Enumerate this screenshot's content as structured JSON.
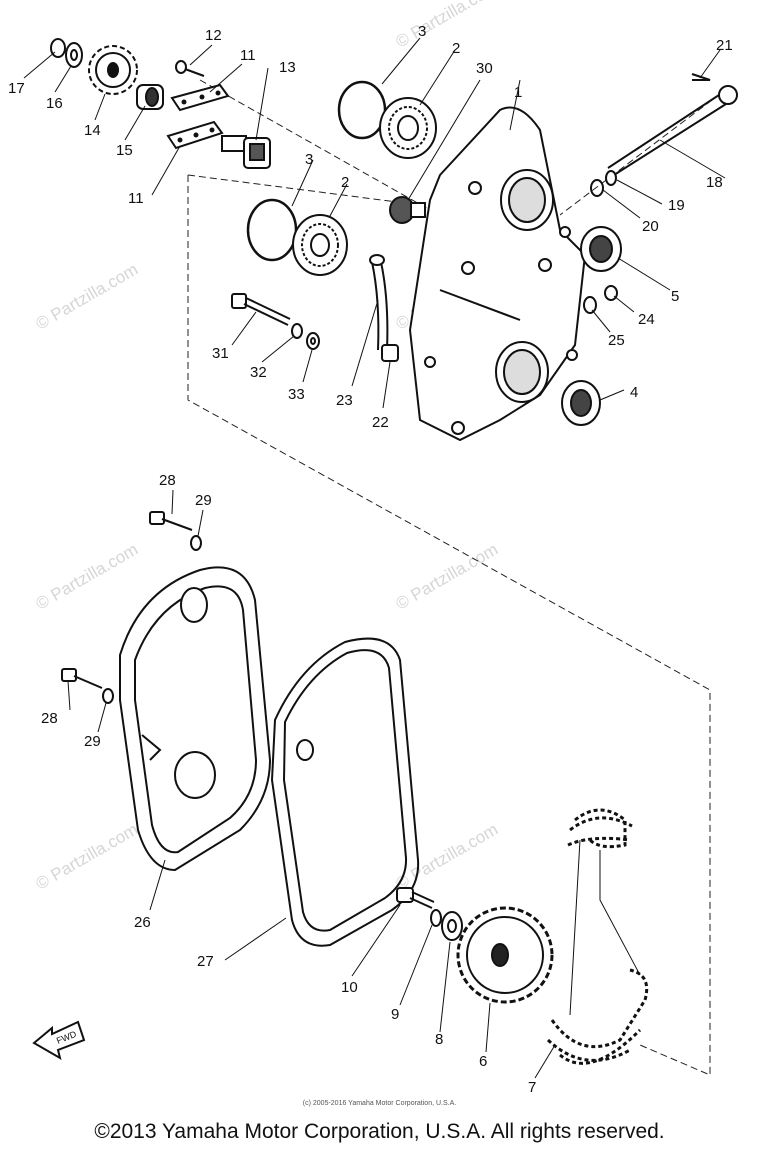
{
  "watermark_text": "© Partzilla.com",
  "callouts": {
    "c1": "1",
    "c2a": "2",
    "c2b": "2",
    "c3a": "3",
    "c3b": "3",
    "c4": "4",
    "c5": "5",
    "c6": "6",
    "c7": "7",
    "c8": "8",
    "c9": "9",
    "c10": "10",
    "c11a": "11",
    "c11b": "11",
    "c12": "12",
    "c13": "13",
    "c14": "14",
    "c15": "15",
    "c16": "16",
    "c17": "17",
    "c18": "18",
    "c19": "19",
    "c20": "20",
    "c21": "21",
    "c22": "22",
    "c23": "23",
    "c24": "24",
    "c25": "25",
    "c26": "26",
    "c27": "27",
    "c28a": "28",
    "c28b": "28",
    "c29a": "29",
    "c29b": "29",
    "c30": "30",
    "c31": "31",
    "c32": "32",
    "c33": "33"
  },
  "fwd_label": "FWD",
  "small_credit": "(c) 2005-2016 Yamaha Motor Corporation, U.S.A.",
  "copyright": "©2013 Yamaha Motor Corporation, U.S.A. All rights reserved.",
  "colors": {
    "ink": "#111111",
    "watermark": "#d6d6d6",
    "background": "#ffffff"
  }
}
